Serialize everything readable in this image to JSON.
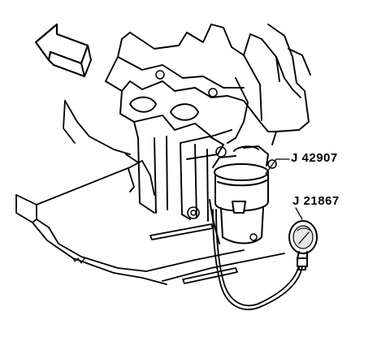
{
  "diagram": {
    "callouts": [
      {
        "id": "tool-adapter",
        "label": "J 42907"
      },
      {
        "id": "tool-gauge",
        "label": "J 21867"
      }
    ],
    "colors": {
      "ink": "#000000",
      "paper": "#ffffff"
    },
    "icons": [
      "direction-arrow-icon",
      "vacuum-gauge-icon"
    ]
  }
}
